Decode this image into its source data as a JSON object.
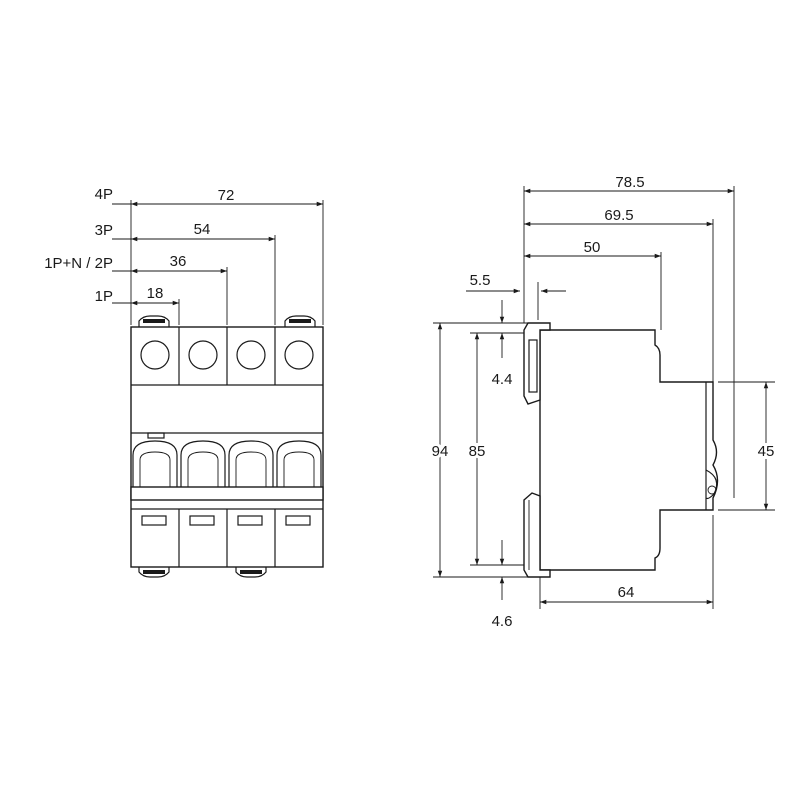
{
  "front_view": {
    "pole_labels": [
      "4P",
      "3P",
      "1P+N / 2P",
      "1P"
    ],
    "widths": [
      "72",
      "54",
      "36",
      "18"
    ]
  },
  "side_view": {
    "depths": [
      "78.5",
      "69.5",
      "50"
    ],
    "top_clip": "5.5",
    "top_offset": "4.4",
    "bottom_offset": "4.6",
    "total_height": "94",
    "body_height": "85",
    "front_height": "45",
    "base_depth": "64"
  }
}
